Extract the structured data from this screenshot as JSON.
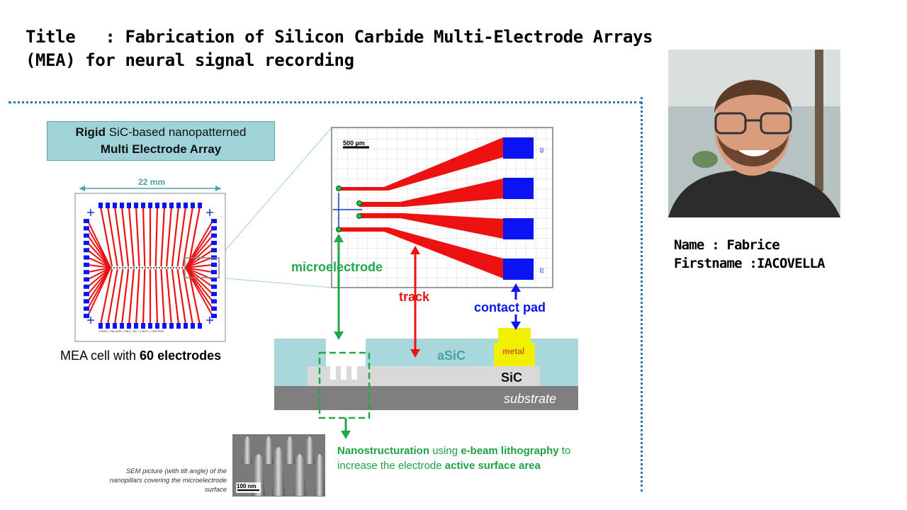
{
  "title": {
    "line1": "Title   : Fabrication of Silicon Carbide Multi-Electrode Arrays",
    "line2": "(MEA) for neural signal recording"
  },
  "presenter": {
    "name_line": "Name : Fabrice",
    "firstname_line": "Firstname :IACOVELLA"
  },
  "mea_box": {
    "line1_bold": "Rigid",
    "line1_rest": " SiC-based nanopatterned",
    "line2": "Multi Electrode Array"
  },
  "chip": {
    "width_label": "22 mm",
    "bottom_text": "ESIEE • PALAISE • MEA • SiC • LMNS • LIP6/TIMA"
  },
  "mea_caption": {
    "prefix": "MEA cell with ",
    "bold": "60 electrodes"
  },
  "zoom": {
    "scale_label": "500 µm",
    "pad_label_top": "29",
    "pad_label_bottom": "32"
  },
  "labels": {
    "microelectrode": "microelectrode",
    "track": "track",
    "contact_pad": "contact pad",
    "asic": "aSiC",
    "metal": "metal",
    "sic": "SiC",
    "substrate": "substrate",
    "sem_scale": "100 nm"
  },
  "sem_caption": "SEM picture (with tilt angle) of the nanopillars covering the microelectrode surface",
  "nano_text": {
    "b1": "Nanostructuration",
    "t1": " using ",
    "b2": "e-beam lithography",
    "t2": " to increase the electrode ",
    "b3": "active surface area"
  },
  "colors": {
    "track": "#ee1111",
    "pad": "#0a14f0",
    "electrode": "#20a84a",
    "asic_fill": "#a8d8dc",
    "sic_fill": "#d9d9d9",
    "substrate_fill": "#7f7f7f",
    "metal_fill": "#f0f000",
    "dotted_border": "#2e75b6"
  },
  "icons": {
    "photo": "portrait-photo",
    "sem": "sem-nanopillars-image"
  }
}
